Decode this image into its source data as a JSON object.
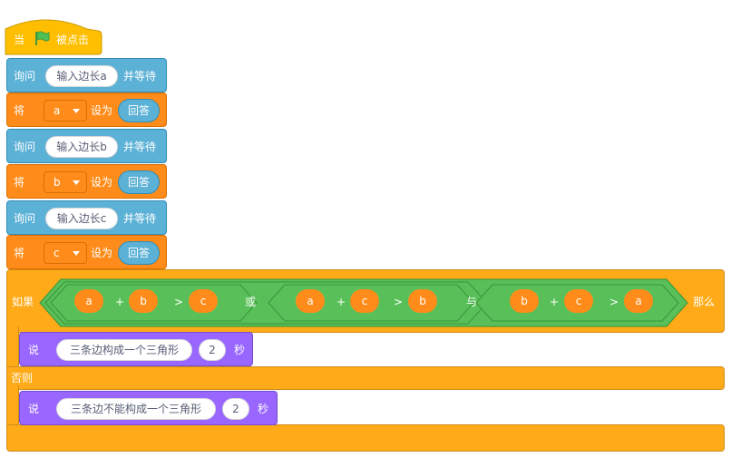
{
  "colors": {
    "events": "#FFBF00",
    "sensing": "#5CB1D6",
    "variables": "#FF8C1A",
    "control": "#FFAB19",
    "operators": "#59C059",
    "looks": "#9966FF"
  },
  "hat": {
    "when": "当",
    "flag_icon": "green-flag-icon",
    "clicked": "被点击"
  },
  "ask1": {
    "label": "询问",
    "question": "输入边长a",
    "wait": "并等待"
  },
  "set1": {
    "label": "将",
    "variable": "a",
    "to": "设为",
    "value": "回答"
  },
  "ask2": {
    "label": "询问",
    "question": "输入边长b",
    "wait": "并等待"
  },
  "set2": {
    "label": "将",
    "variable": "b",
    "to": "设为",
    "value": "回答"
  },
  "ask3": {
    "label": "询问",
    "question": "输入边长c",
    "wait": "并等待"
  },
  "set3": {
    "label": "将",
    "variable": "c",
    "to": "设为",
    "value": "回答"
  },
  "ifelse": {
    "if_label": "如果",
    "then_label": "那么",
    "else_label": "否则",
    "or_label": "或",
    "and_label": "与",
    "cond1": {
      "a": "a",
      "plus": "+",
      "b": "b",
      "gt": ">",
      "c": "c"
    },
    "cond2": {
      "a": "a",
      "plus": "+",
      "b": "c",
      "gt": ">",
      "c": "b"
    },
    "cond3": {
      "a": "b",
      "plus": "+",
      "b": "c",
      "gt": ">",
      "c": "a"
    }
  },
  "say1": {
    "label": "说",
    "message": "三条边构成一个三角形",
    "secs": "2",
    "unit": "秒"
  },
  "say2": {
    "label": "说",
    "message": "三条边不能构成一个三角形",
    "secs": "2",
    "unit": "秒"
  }
}
